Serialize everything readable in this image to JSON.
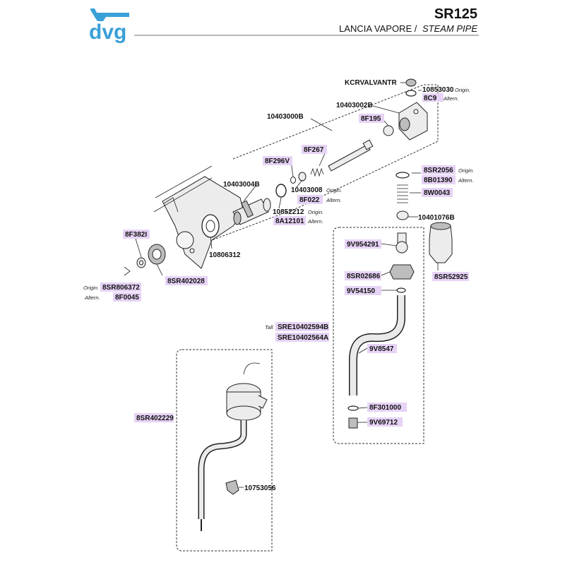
{
  "header": {
    "logo_text": "dvg",
    "model": "SR125",
    "subtitle_it": "LANCIA VAPORE /",
    "subtitle_en": "STEAM PIPE"
  },
  "labels": {
    "kcrvalvantr": "KCRVALVANTR",
    "p10853030": "10853030",
    "p8c9": "8C9",
    "p10403002b": "10403002B",
    "p10403000b": "10403000B",
    "p8f195": "8F195",
    "p8f267": "8F267",
    "p8f296v": "8F296V",
    "p10403004b": "10403004B",
    "p10403008": "10403008",
    "p8f022": "8F022",
    "p10852212": "10852212",
    "p8a12101": "8A12101",
    "p8sr2056": "8SR2056",
    "p8b01390": "8B01390",
    "p8w0043": "8W0043",
    "p10401076b": "10401076B",
    "p8f382i": "8F382I",
    "p10806312": "10806312",
    "p9v954291": "9V954291",
    "p8sr02686": "8SR02686",
    "p8sr52925": "8SR52925",
    "p9v54150": "9V54150",
    "p8sr402028": "8SR402028",
    "p8sr806372": "8SR806372",
    "p8f0045": "8F0045",
    "psre10402594b": "SRE10402594B",
    "psre10402564a": "SRE10402564A",
    "p9v8547": "9V8547",
    "p8sr402229": "8SR402229",
    "p8f301000": "8F301000",
    "p9v69712": "9V69712",
    "p10753056": "10753056"
  },
  "notes": {
    "origin": "Origin.",
    "altern": "Altern.",
    "tall": "Tall"
  },
  "colors": {
    "logo_blue": "#3aa0d8",
    "highlight": "#e6d3f5"
  }
}
